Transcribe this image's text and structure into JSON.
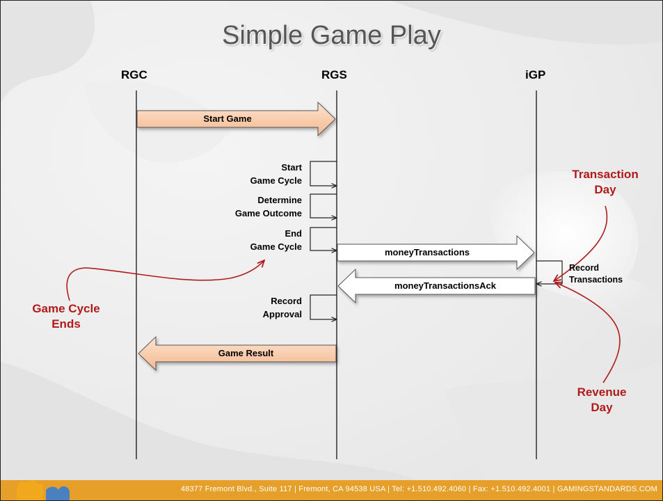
{
  "title": "Simple Game Play",
  "lanes": [
    "RGC",
    "RGS",
    "iGP"
  ],
  "messages": {
    "start_game": "Start Game",
    "money_transactions": "moneyTransactions",
    "money_transactions_ack": "moneyTransactionsAck",
    "game_result": "Game Result"
  },
  "steps": {
    "start_cycle": [
      "Start",
      "Game Cycle"
    ],
    "determine_outcome": [
      "Determine",
      "Game Outcome"
    ],
    "end_cycle": [
      "End",
      "Game Cycle"
    ],
    "record_approval": [
      "Record",
      "Approval"
    ],
    "record_transactions": [
      "Record",
      "Transactions"
    ]
  },
  "callouts": {
    "transaction_day": [
      "Transaction",
      "Day"
    ],
    "game_cycle_ends": [
      "Game Cycle",
      "Ends"
    ],
    "revenue_day": [
      "Revenue",
      "Day"
    ]
  },
  "footer": "48377 Fremont Blvd., Suite 117  |  Fremont, CA 94538  USA  |  Tel: +1.510.492.4060  |  Fax: +1.510.492.4001  |  GAMINGSTANDARDS.COM",
  "colors": {
    "accent_red": "#b01a1a",
    "peach_arrow": "#f8c9a4",
    "footer_orange": "#e6a02a",
    "logo_orange": "#f2a81d",
    "logo_blue": "#4a7fc0"
  }
}
